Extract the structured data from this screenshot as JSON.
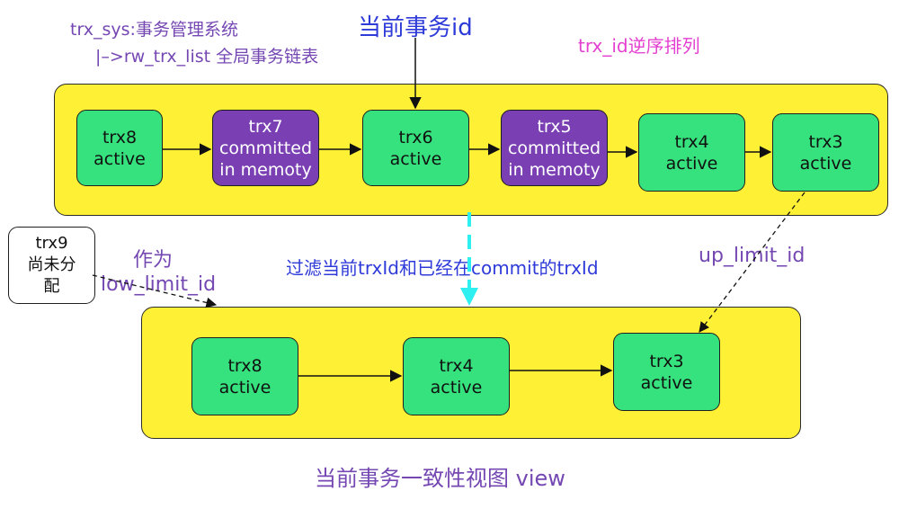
{
  "annotations": {
    "system_line1": "trx_sys:事务管理系统",
    "system_line2": "|–>rw_trx_list 全局事务链表",
    "current_trx_id": "当前事务id",
    "order_note": "trx_id逆序排列",
    "filter_note": "过滤当前trxId和已经在commit的trxId",
    "up_limit": "up_limit_id",
    "low_limit_line1": "作为",
    "low_limit_line2": "low_limit_id",
    "view_title": "当前事务一致性视图 view"
  },
  "rw_trx_list": [
    {
      "line1": "trx8",
      "line2": "active",
      "line3": "",
      "state": "active"
    },
    {
      "line1": "trx7",
      "line2": "committed",
      "line3": "in memoty",
      "state": "committed"
    },
    {
      "line1": "trx6",
      "line2": "active",
      "line3": "",
      "state": "active"
    },
    {
      "line1": "trx5",
      "line2": "committed",
      "line3": "in memoty",
      "state": "committed"
    },
    {
      "line1": "trx4",
      "line2": "active",
      "line3": "",
      "state": "active"
    },
    {
      "line1": "trx3",
      "line2": "active",
      "line3": "",
      "state": "active"
    }
  ],
  "read_view": [
    {
      "line1": "trx8",
      "line2": "active"
    },
    {
      "line1": "trx4",
      "line2": "active"
    },
    {
      "line1": "trx3",
      "line2": "active"
    }
  ],
  "unassigned": {
    "line1": "trx9",
    "line2": "尚未分",
    "line3": "配"
  },
  "colors": {
    "panel": "#fef135",
    "active": "#35e27d",
    "committed": "#7b3fb4",
    "annotation_purple": "#7447b3",
    "annotation_magenta": "#e43fd0",
    "annotation_blue": "#2f3bd9",
    "filter_arrow": "#2ef0f0"
  }
}
